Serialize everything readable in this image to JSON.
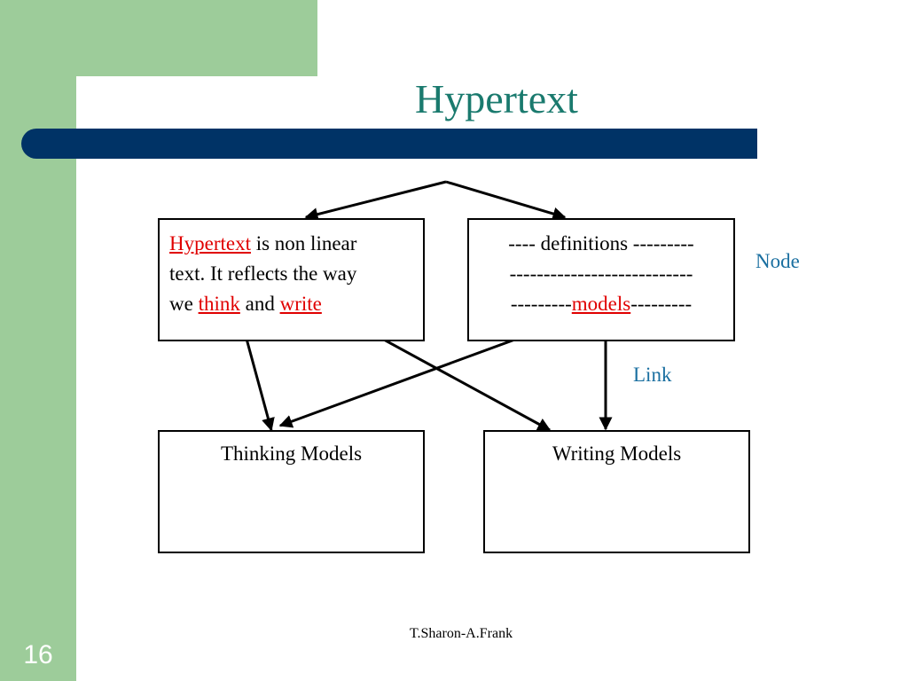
{
  "slide": {
    "title": "Hypertext",
    "footer": "T.Sharon-A.Frank",
    "number": "16"
  },
  "nodes": {
    "hypertext": {
      "lines": [
        [
          {
            "text": "Hypertext",
            "link": true
          },
          {
            "text": " is non linear",
            "link": false
          }
        ],
        [
          {
            "text": "text. It reflects the way",
            "link": false
          }
        ],
        [
          {
            "text": "we ",
            "link": false
          },
          {
            "text": "think",
            "link": true
          },
          {
            "text": " and ",
            "link": false
          },
          {
            "text": "write",
            "link": true
          }
        ]
      ]
    },
    "definitions": {
      "lines": [
        [
          {
            "text": "---- definitions ---------",
            "link": false
          }
        ],
        [
          {
            "text": "---------------------------",
            "link": false
          }
        ],
        [
          {
            "text": "---------",
            "link": false
          },
          {
            "text": "models",
            "link": true
          },
          {
            "text": "---------",
            "link": false
          }
        ]
      ]
    },
    "thinking": {
      "label": "Thinking Models"
    },
    "writing": {
      "label": "Writing Models"
    }
  },
  "labels": {
    "node": "Node",
    "link": "Link"
  },
  "colors": {
    "green": "#9dcc9a",
    "navy": "#003366",
    "title": "#1a7a6e",
    "link_text": "#e00000",
    "label_text": "#1a6fa0"
  },
  "edges": [
    {
      "from": "top",
      "to": "hypertext"
    },
    {
      "from": "top",
      "to": "definitions"
    },
    {
      "from": "think",
      "to": "thinking"
    },
    {
      "from": "write",
      "to": "writing"
    },
    {
      "from": "models",
      "to": "thinking"
    },
    {
      "from": "models",
      "to": "writing"
    }
  ]
}
